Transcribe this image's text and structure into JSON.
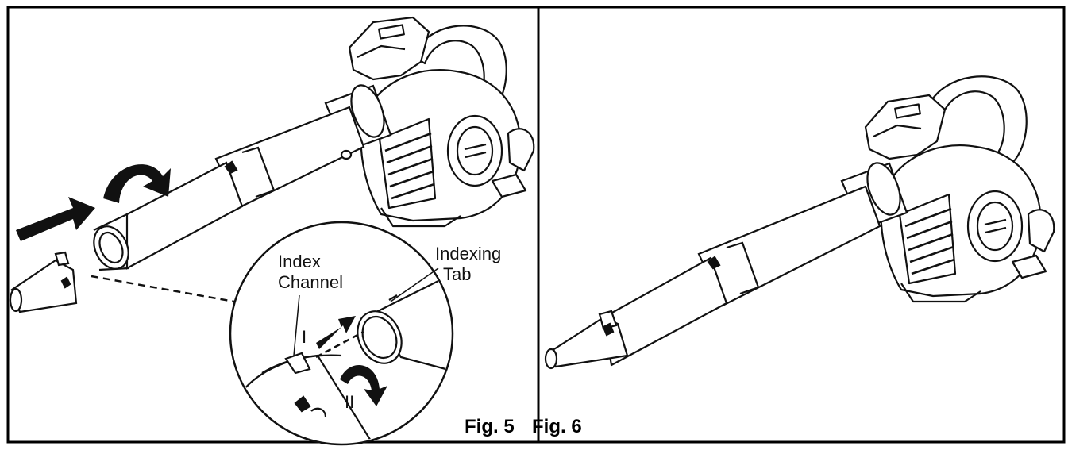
{
  "figures": [
    {
      "caption": "Fig. 5"
    },
    {
      "caption": "Fig. 6"
    }
  ],
  "callouts": {
    "index_channel_line1": "Index",
    "index_channel_line2": "Channel",
    "indexing_tab_line1": "Indexing",
    "indexing_tab_line2": "Tab",
    "step_one": "I",
    "step_two": "II"
  },
  "colors": {
    "ink": "#111111",
    "paper": "#ffffff",
    "border": "#000000"
  }
}
